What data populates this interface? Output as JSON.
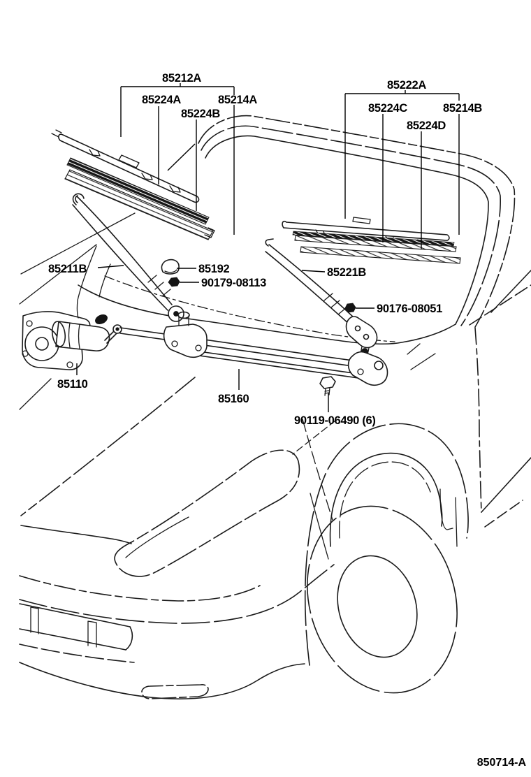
{
  "canvas": {
    "background": "#ffffff",
    "line_color": "#1a1a1a",
    "text_color": "#000000"
  },
  "parts": {
    "left_blade": {
      "assembly": "85212A",
      "rubber_a": "85224A",
      "frame": "85214A",
      "rubber_b": "85224B"
    },
    "right_blade": {
      "assembly": "85222A",
      "rubber_c": "85224C",
      "frame": "85214B",
      "rubber_d": "85224D"
    },
    "left_arm": "85211B",
    "arm_cap": "85192",
    "arm_nut": "90179-08113",
    "right_arm": "85221B",
    "right_arm_nut": "90176-08051",
    "motor": "85110",
    "link": "85160",
    "link_bolt": "90119-06490 (6)"
  },
  "drawing_number": "850714-A"
}
